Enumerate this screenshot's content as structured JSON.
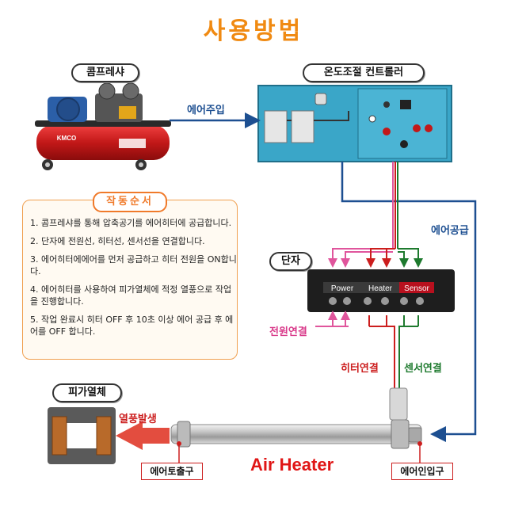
{
  "title": "사용방법",
  "labels": {
    "compressor": "콤프레샤",
    "controller": "온도조절 컨트롤러",
    "terminal": "단자",
    "heat_target": "피가열체",
    "air_inject": "에어주입",
    "air_supply": "에어공급",
    "power_conn": "전원연결",
    "heater_conn": "히터연결",
    "sensor_conn": "센서연결",
    "hot_air": "열풍발생",
    "air_out": "에어토출구",
    "air_in": "에어인입구",
    "product": "Air Heater"
  },
  "terminal_block": {
    "power": "Power",
    "heater": "Heater",
    "sensor": "Sensor"
  },
  "compressor_brand": "KMCO",
  "steps": {
    "title": "작동순서",
    "items": [
      "1. 콤프레샤를 통해 압축공기를 에어히터에 공급합니다.",
      "2. 단자에 전원선, 히터선, 센서선을 연결합니다.",
      "3. 에어히터에에어를  먼저 공급하고 히터 전원을 ON합니다.",
      "4. 에어히터를 사용하여 피가열체에 적정 열풍으로 작업을 진행합니다.",
      "5. 작업 완료시 히터 OFF 후 10초 이상 에어 공급 후 에어를 OFF 합니다."
    ]
  },
  "colors": {
    "title": "#f08a12",
    "air_line": "#1d4f91",
    "power_line": "#e0559c",
    "heater_line": "#cc1e1e",
    "sensor_line": "#1e7a2e",
    "controller_panel": "#3aa6c8"
  }
}
